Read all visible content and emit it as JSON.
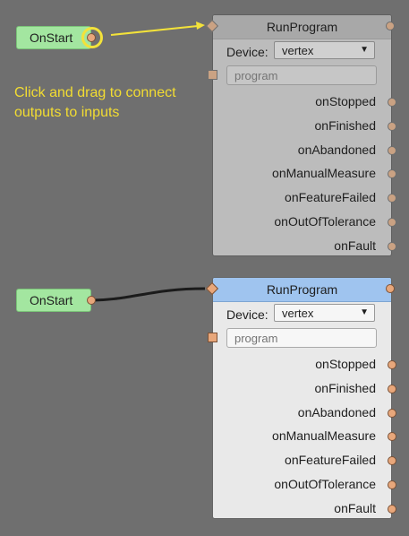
{
  "colors": {
    "background": "#6f6f6f",
    "start_node": "#a3e6a0",
    "port": "#e8a77b",
    "highlight": "#f3e23a",
    "hint_text": "#f2dc32",
    "live_header": "#9fc4ef"
  },
  "ghost_example": {
    "start_node": {
      "label": "OnStart"
    },
    "hint": "Click and drag to connect outputs to inputs",
    "program_node": {
      "title": "RunProgram",
      "device_label": "Device:",
      "device_value": "vertex",
      "program_placeholder": "program",
      "outputs": [
        "onStopped",
        "onFinished",
        "onAbandoned",
        "onManualMeasure",
        "onFeatureFailed",
        "onOutOfTolerance",
        "onFault"
      ]
    }
  },
  "connected_example": {
    "start_node": {
      "label": "OnStart"
    },
    "program_node": {
      "title": "RunProgram",
      "device_label": "Device:",
      "device_value": "vertex",
      "program_placeholder": "program",
      "outputs": [
        "onStopped",
        "onFinished",
        "onAbandoned",
        "onManualMeasure",
        "onFeatureFailed",
        "onOutOfTolerance",
        "onFault"
      ]
    }
  }
}
